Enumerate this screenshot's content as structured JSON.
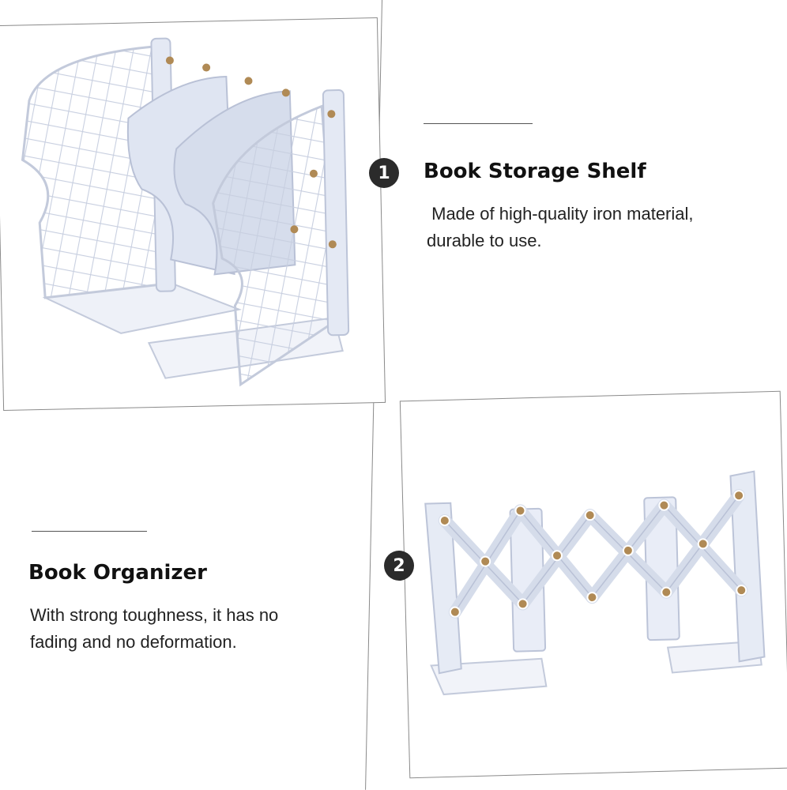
{
  "features": [
    {
      "number": "1",
      "title": "Book Storage Shelf",
      "description_line1": " Made of high-quality iron material,",
      "description_line2": "durable to use."
    },
    {
      "number": "2",
      "title": "Book Organizer",
      "description_line1": "With strong toughness, it has no",
      "description_line2": "fading and no deformation."
    }
  ],
  "colors": {
    "shelf": "#e9edf7",
    "shelf_stroke": "#b9c1d6",
    "rivet": "#b08a55",
    "badge": "#2b2b2b"
  }
}
